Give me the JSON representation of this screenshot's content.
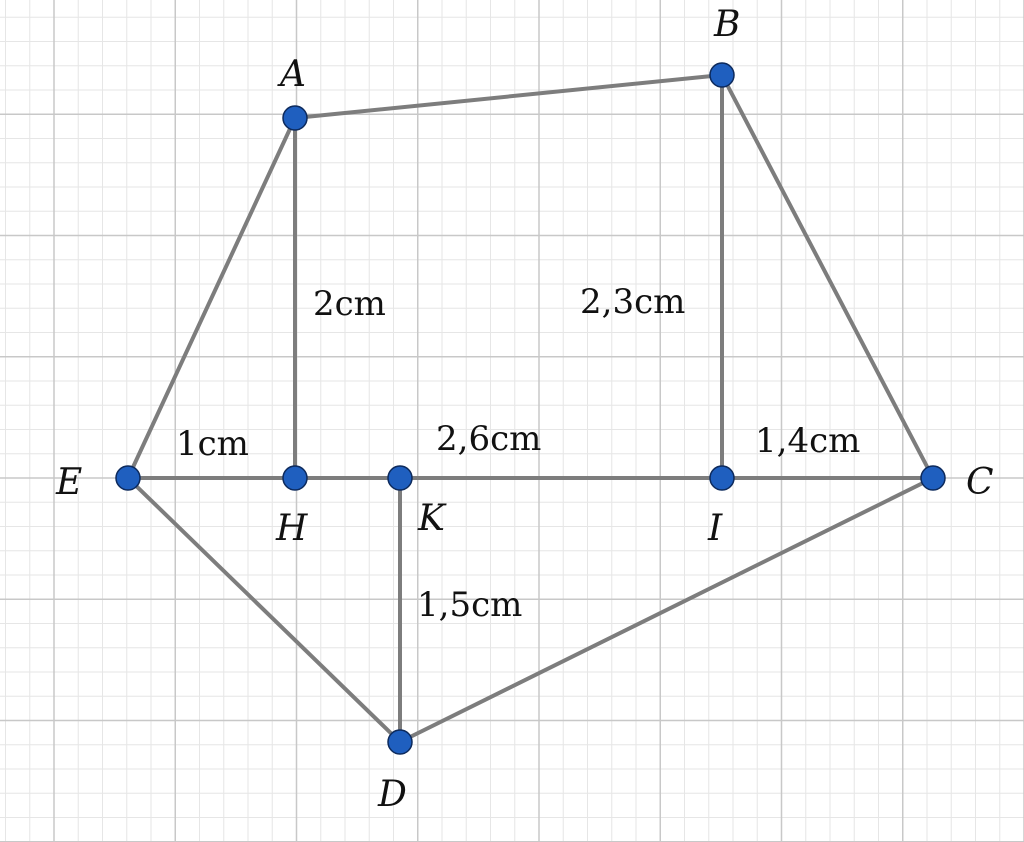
{
  "points": {
    "A": "A",
    "B": "B",
    "C": "C",
    "D": "D",
    "E": "E",
    "H": "H",
    "I": "I",
    "K": "K"
  },
  "measurements": {
    "EH": "1cm",
    "AH": "2cm",
    "KI": "2,6cm",
    "BI": "2,3cm",
    "IC": "1,4cm",
    "DK": "1,5cm"
  },
  "colors": {
    "segment": "#7d7d7d",
    "point_fill": "#1f5fbf",
    "grid_minor": "#e6e6e6",
    "grid_major": "#c8c8c8"
  }
}
